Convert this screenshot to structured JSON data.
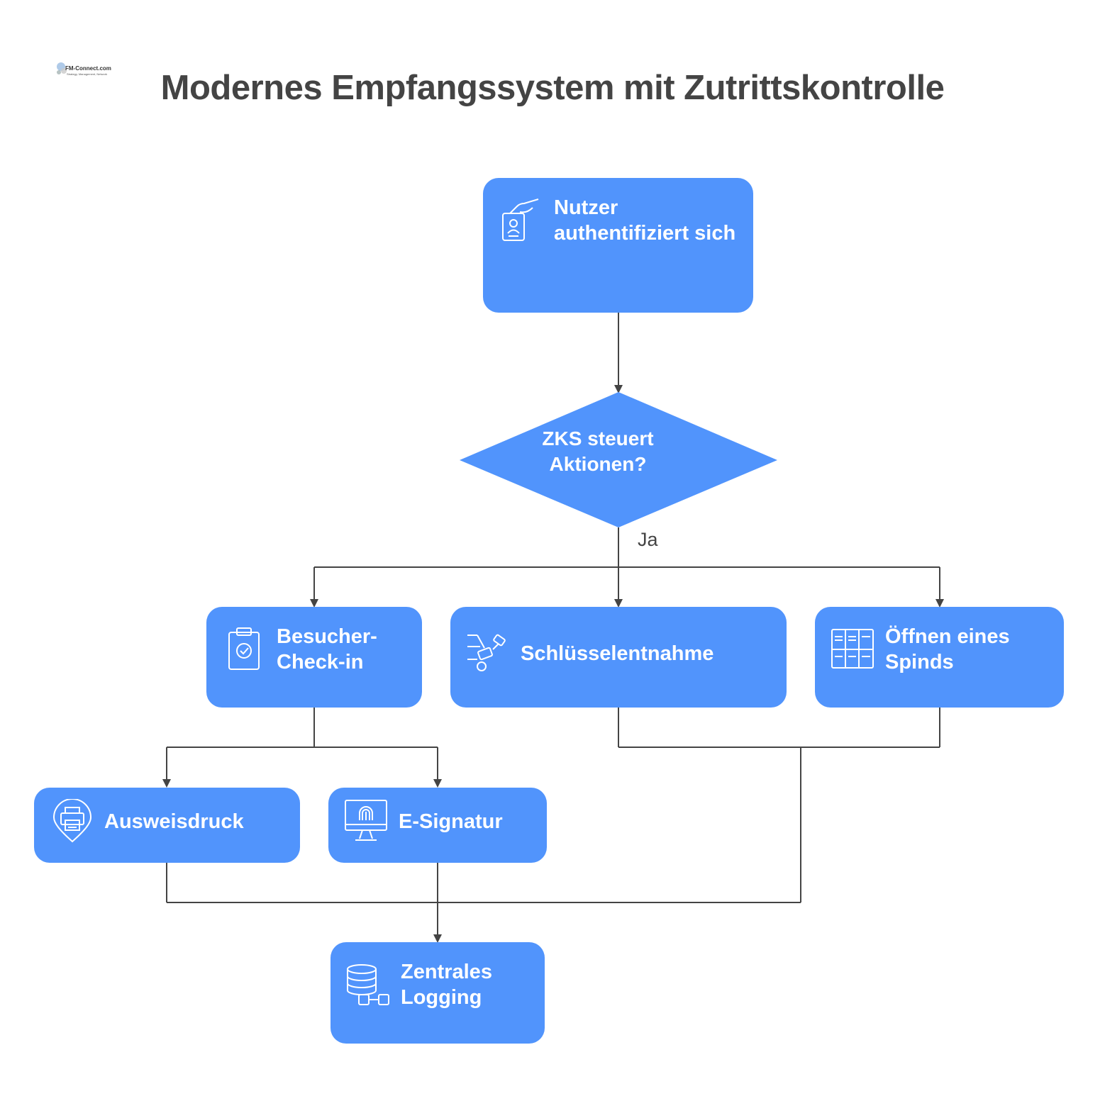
{
  "title": "Modernes Empfangssystem mit Zutrittskontrolle",
  "logo": {
    "text": "FM-Connect.com",
    "subtext": "Strategy, Management, Network"
  },
  "colors": {
    "node_fill": "#5194fc",
    "node_text": "#ffffff",
    "line": "#444444",
    "title": "#444444"
  },
  "nodes": {
    "auth": {
      "label": "Nutzer authentifiziert sich",
      "icon": "id-card-hand-icon"
    },
    "decision": {
      "label": "ZKS steuert Aktionen?"
    },
    "checkin": {
      "label": "Besucher-Check-in",
      "icon": "clipboard-check-icon"
    },
    "key": {
      "label": "Schlüsselentnahme",
      "icon": "key-dispenser-icon"
    },
    "locker": {
      "label": "Öffnen eines Spinds",
      "icon": "locker-icon"
    },
    "badge": {
      "label": "Ausweisdruck",
      "icon": "printer-pin-icon"
    },
    "esign": {
      "label": "E-Signatur",
      "icon": "fingerprint-monitor-icon"
    },
    "logging": {
      "label": "Zentrales Logging",
      "icon": "database-network-icon"
    }
  },
  "edges": {
    "yes_label": "Ja"
  }
}
